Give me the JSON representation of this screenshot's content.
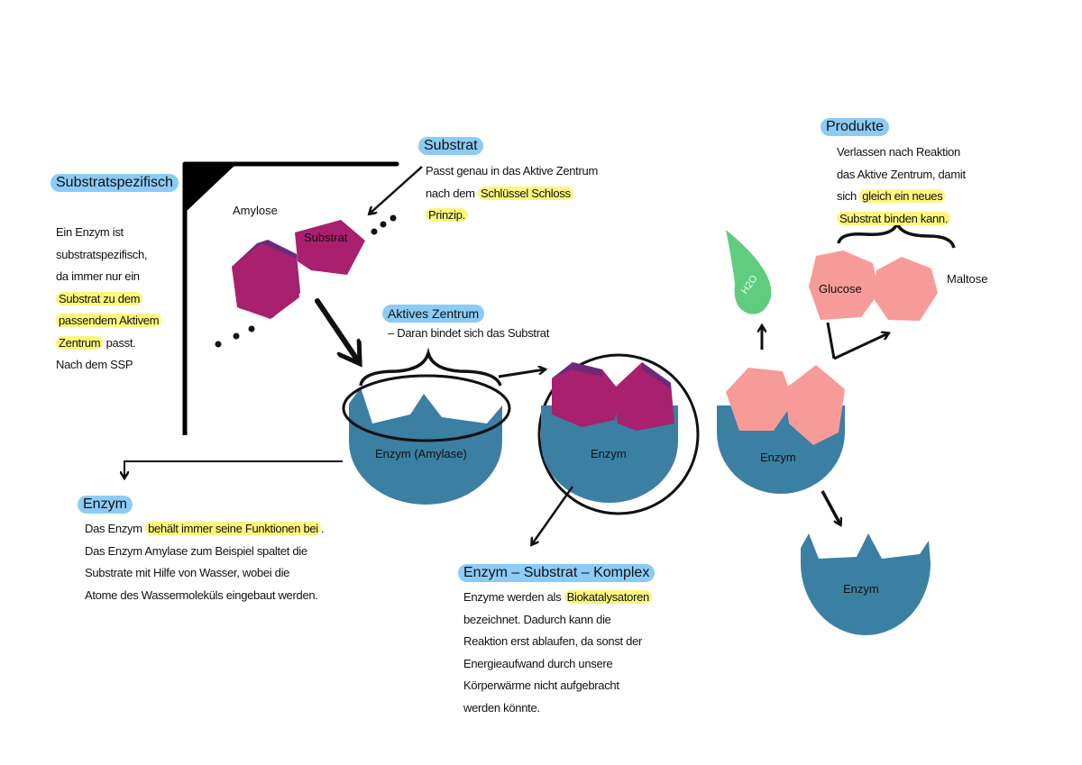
{
  "substratspezifisch": {
    "heading": "Substratspezifisch",
    "lines": [
      "Ein Enzym ist",
      "substratspezifisch,",
      "da immer nur ein"
    ],
    "highlight": [
      "Substrat zu dem",
      "passendem Aktivem",
      "Zentrum"
    ],
    "after": " passt.",
    "last": "Nach dem SSP"
  },
  "substrat": {
    "heading": "Substrat",
    "line1": "Passt genau in das Aktive Zentrum",
    "line2_pre": "nach dem ",
    "line2_hl": "Schlüssel Schloss",
    "line3_hl": "Prinzip."
  },
  "aktives_zentrum": {
    "heading": "Aktives Zentrum",
    "text": "– Daran bindet sich das Substrat"
  },
  "produkte": {
    "heading": "Produkte",
    "line1": "Verlassen nach Reaktion",
    "line2": "das Aktive Zentrum, damit",
    "line3_pre": "sich ",
    "line3_hl": "gleich ein neues",
    "line4_hl": "Substrat binden kann."
  },
  "enzym_note": {
    "heading": "Enzym",
    "line1_pre": "Das Enzym ",
    "line1_hl": "behält immer seine Funktionen bei",
    "line1_post": ".",
    "line2": "Das Enzym Amylase zum Beispiel spaltet die",
    "line3": "Substrate mit Hilfe von Wasser, wobei die",
    "line4": "Atome des Wassermoleküls eingebaut werden."
  },
  "komplex": {
    "heading": "Enzym – Substrat – Komplex",
    "line1_pre": "Enzyme werden als ",
    "line1_hl": "Biokatalysatoren",
    "lines": [
      "bezeichnet. Dadurch kann die",
      "Reaktion erst ablaufen, da sonst der",
      "Energieaufwand durch unsere",
      "Körperwärme nicht aufgebracht",
      "werden könnte."
    ]
  },
  "labels": {
    "amylose": "Amylose",
    "substrat": "Substrat",
    "enzym_amylase": "Enzym (Amylase)",
    "enzym": "Enzym",
    "glucose": "Glucose",
    "maltose": "Maltose",
    "h2o": "H2O"
  },
  "colors": {
    "blue_highlight": "#8ccbf5",
    "yellow_highlight": "#fcf67c",
    "substrate": "#a8206e",
    "enzyme": "#3b7fa3",
    "product": "#f79b98",
    "water": "#5fcc7e"
  }
}
